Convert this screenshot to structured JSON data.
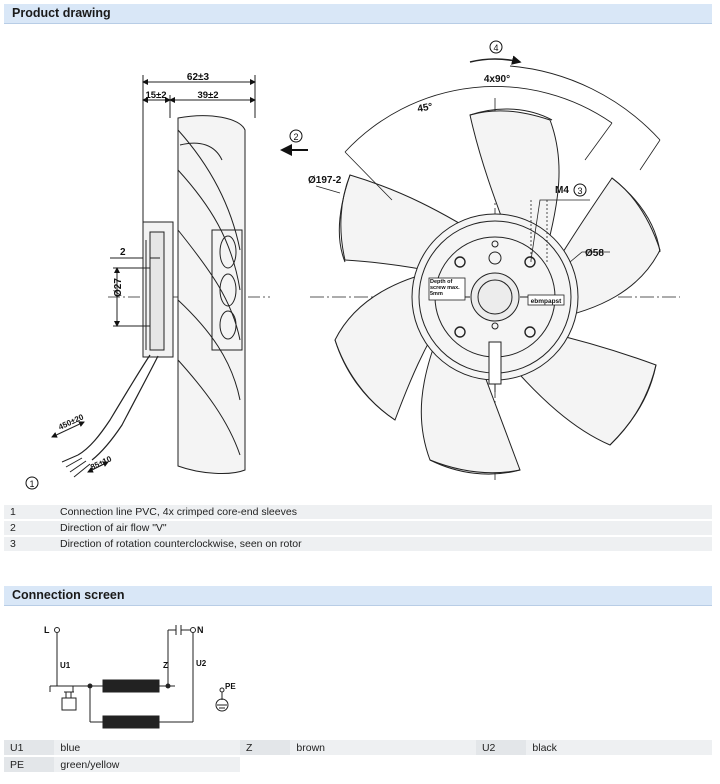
{
  "sections": {
    "product_drawing_title": "Product drawing",
    "connection_screen_title": "Connection screen"
  },
  "drawing": {
    "dim_total": "62±3",
    "dim_left": "15±2",
    "dim_right": "39±2",
    "dim_diameter_fan": "Ø197-2",
    "dim_diameter_hub": "Ø58",
    "dim_diameter_27": "Ø27",
    "dim_2": "2",
    "dim_angle_45": "45°",
    "dim_angle_4x90": "4x90°",
    "label_m4": "M4",
    "hub_text_depth": "Depth of screw max. 5mm",
    "hub_text_brand": "ebmpapst",
    "cable_len_450": "450±20",
    "cable_len_85": "85±10",
    "callout_1": "1",
    "callout_2": "2",
    "callout_3": "3",
    "callout_4": "4"
  },
  "legend": [
    {
      "num": "1",
      "text": "Connection line PVC, 4x crimped core-end sleeves"
    },
    {
      "num": "2",
      "text": "Direction of air flow \"V\""
    },
    {
      "num": "3",
      "text": "Direction of rotation counterclockwise, seen on rotor"
    }
  ],
  "schematic": {
    "L": "L",
    "N": "N",
    "U1": "U1",
    "U2": "U2",
    "Z": "Z",
    "PE": "PE"
  },
  "connections": {
    "row1": [
      {
        "key": "U1",
        "value": "blue"
      },
      {
        "key": "Z",
        "value": "brown"
      },
      {
        "key": "U2",
        "value": "black"
      }
    ],
    "row2": [
      {
        "key": "PE",
        "value": "green/yellow"
      }
    ]
  }
}
